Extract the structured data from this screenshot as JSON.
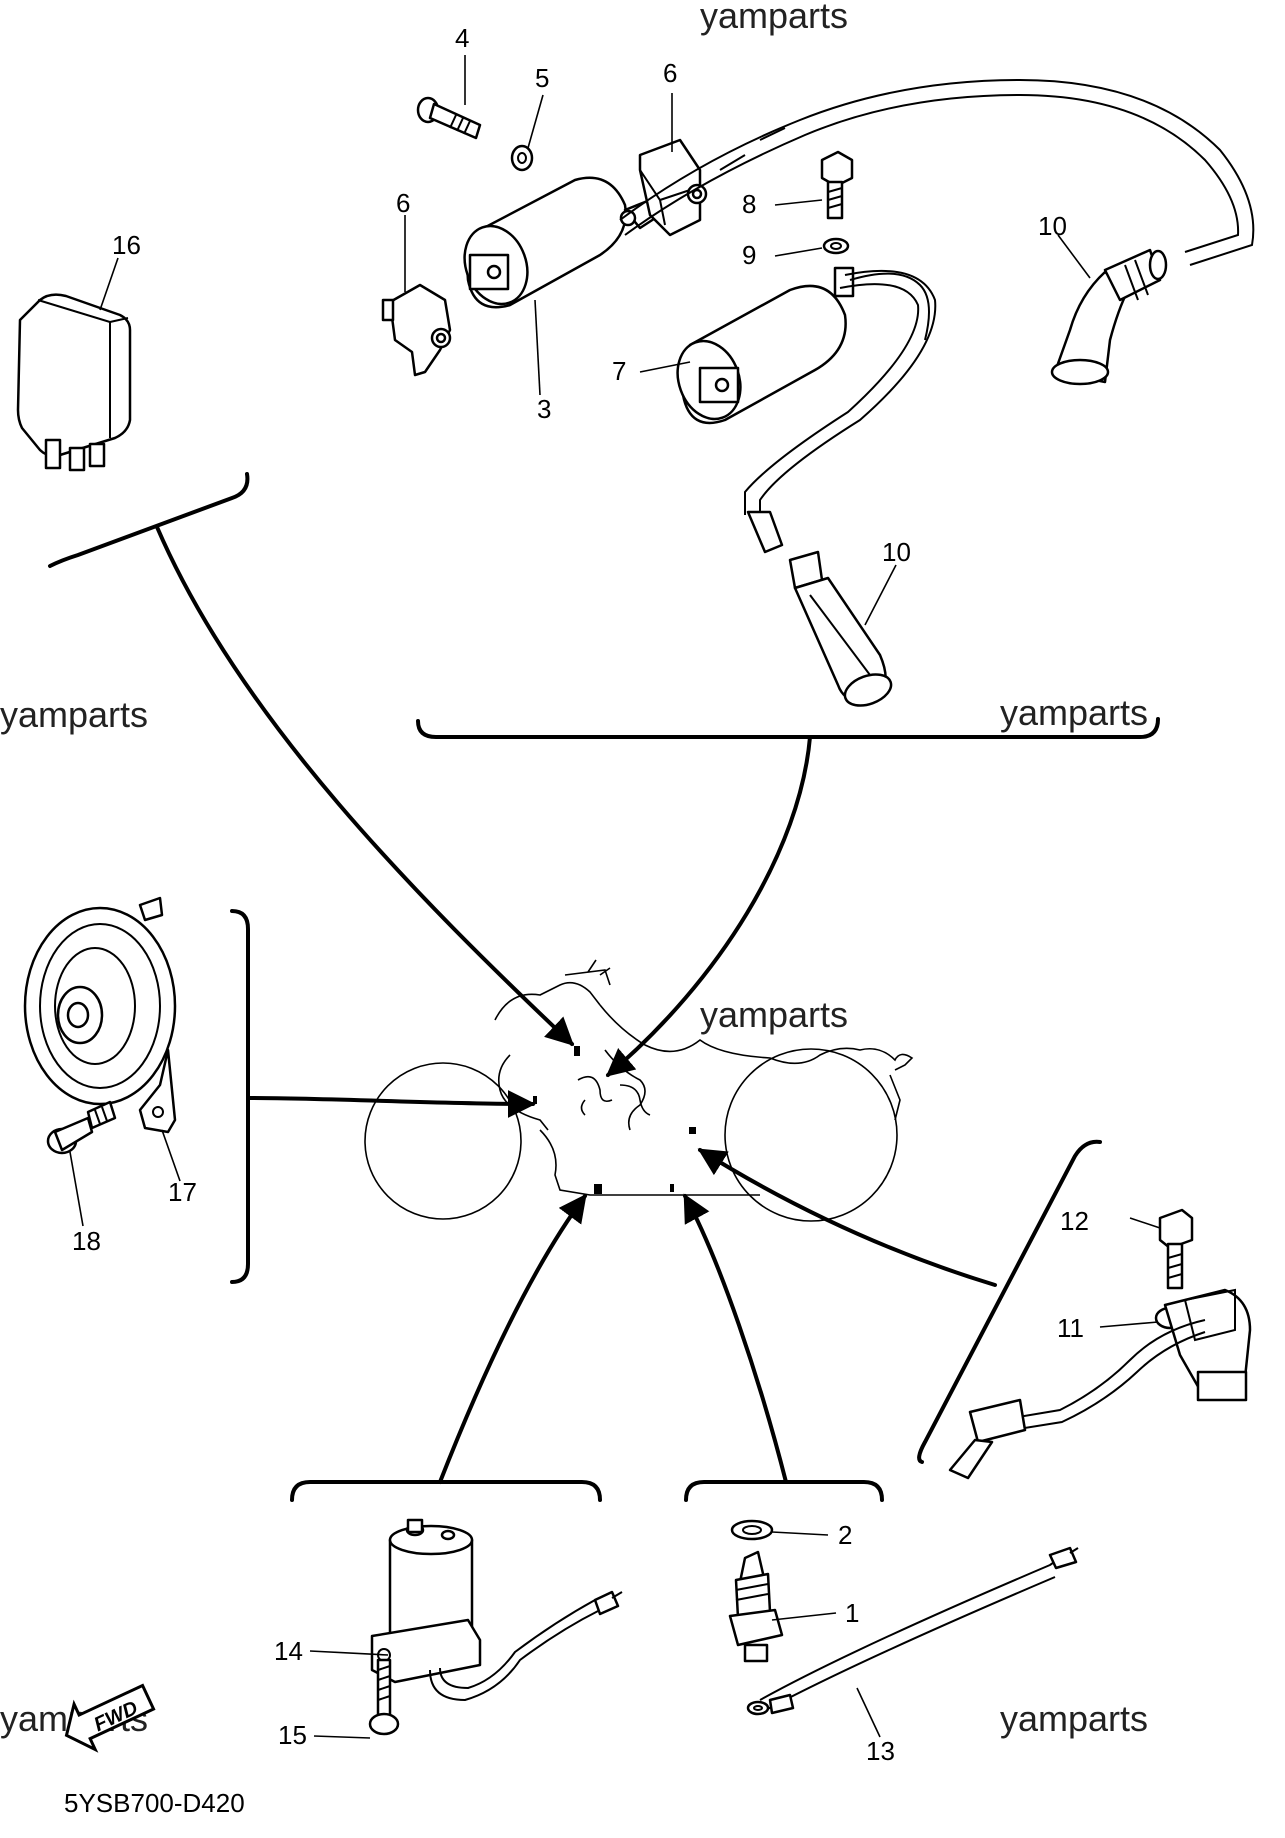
{
  "watermarks": [
    "yamparts",
    "yamparts",
    "yamparts",
    "yamparts",
    "yamparts",
    "yamparts"
  ],
  "callouts": [
    "1",
    "2",
    "3",
    "4",
    "5",
    "6",
    "6",
    "7",
    "8",
    "9",
    "10",
    "10",
    "11",
    "12",
    "13",
    "14",
    "15",
    "16",
    "17",
    "18"
  ],
  "fwd_label": "FWD",
  "diagram_code": "5YSB700-D420"
}
